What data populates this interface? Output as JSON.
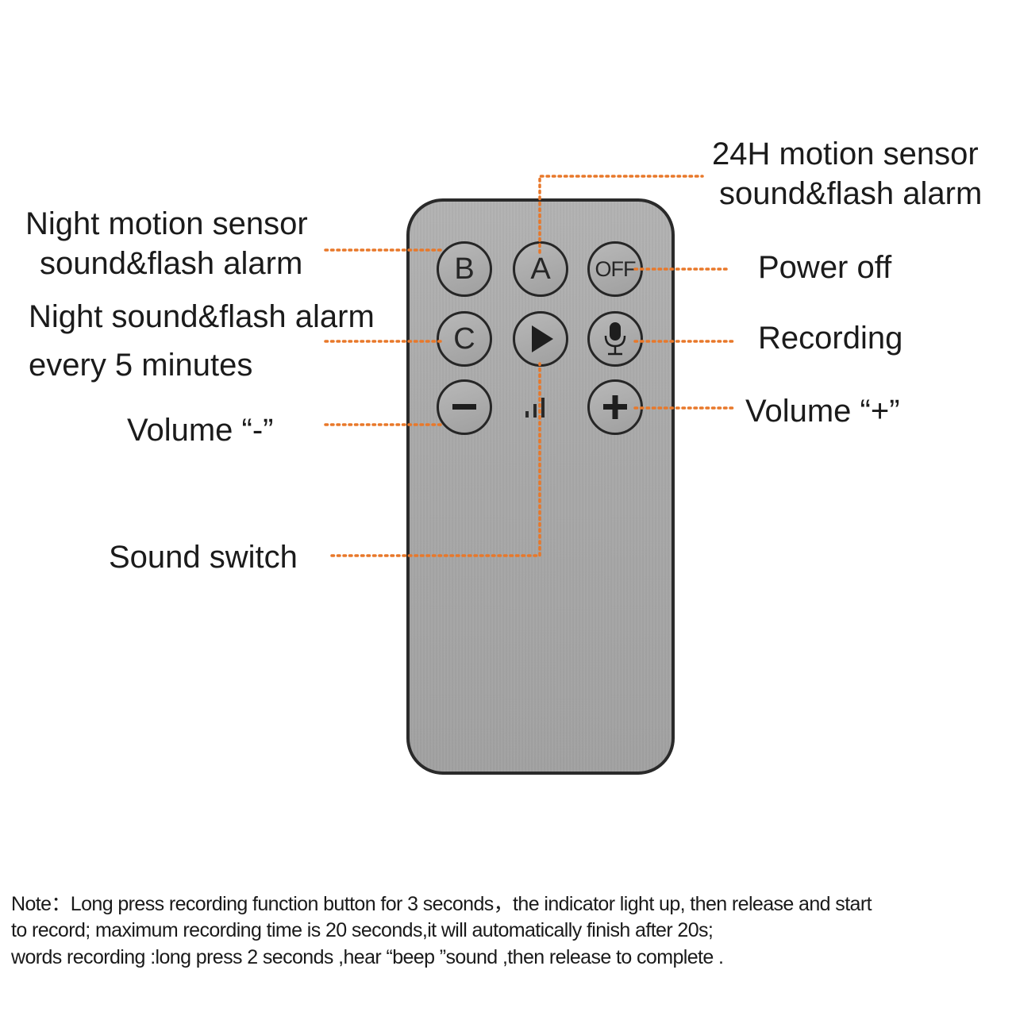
{
  "labels": {
    "night_motion": [
      "Night motion sensor",
      "sound&flash alarm"
    ],
    "night_every": [
      "Night sound&flash alarm",
      "every 5 minutes"
    ],
    "volume_minus": "Volume “-”",
    "sound_switch": "Sound switch",
    "motion_24h": [
      "24H motion sensor",
      "sound&flash alarm"
    ],
    "power_off": "Power off",
    "recording": "Recording",
    "volume_plus": "Volume “+”"
  },
  "buttons": {
    "b": "B",
    "a": "A",
    "off": "OFF",
    "c": "C"
  },
  "icons": {
    "play": "play-icon",
    "mic": "microphone-icon",
    "minus": "minus-icon",
    "plus": "plus-icon",
    "signal": "signal-bars-icon"
  },
  "note": [
    "Note：Long press recording function button for 3 seconds，the indicator light up, then release and start",
    "to record;  maximum recording time is 20 seconds,it will automatically finish after 20s;",
    "words recording :long press 2 seconds ,hear “beep ”sound ,then release to complete   ."
  ],
  "colors": {
    "leader_line": "#e8782a",
    "remote_body": "#aaaaaa",
    "outline": "#262626"
  }
}
